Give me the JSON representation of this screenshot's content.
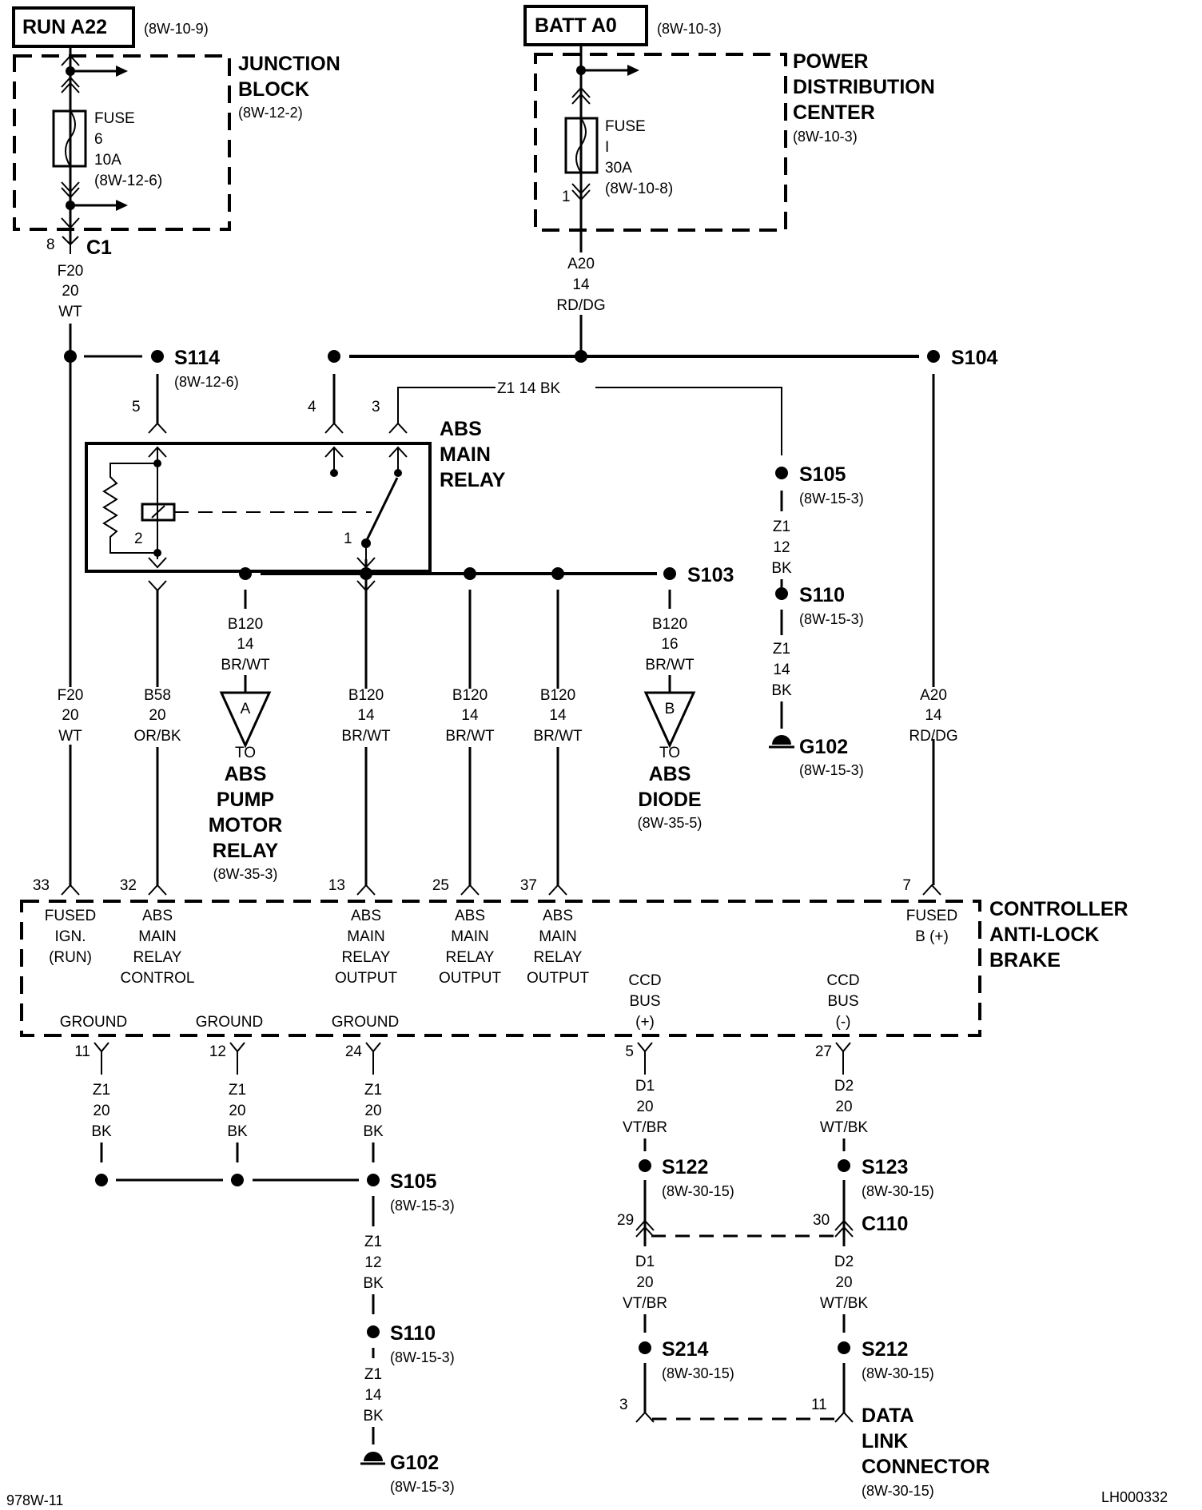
{
  "figure": {
    "id": "978W-11",
    "code": "LH000332"
  },
  "sources": [
    {
      "label": "RUN A22",
      "ref": "(8W-10-9)"
    },
    {
      "label": "BATT A0",
      "ref": "(8W-10-3)"
    }
  ],
  "components": {
    "junction_block": {
      "name_lines": [
        "JUNCTION",
        "BLOCK"
      ],
      "ref": "(8W-12-2)",
      "fuse": {
        "lines": [
          "FUSE",
          "6",
          "10A",
          "(8W-12-6)"
        ]
      },
      "connector": "C1",
      "pin": "8"
    },
    "pdc": {
      "name_lines": [
        "POWER",
        "DISTRIBUTION",
        "CENTER"
      ],
      "ref": "(8W-10-3)",
      "fuse": {
        "lines": [
          "FUSE",
          "I",
          "30A",
          "(8W-10-8)"
        ]
      },
      "pin": "1"
    },
    "relay": {
      "name_lines": [
        "ABS",
        "MAIN",
        "RELAY"
      ],
      "pins": [
        "5",
        "4",
        "3",
        "2",
        "1"
      ]
    },
    "controller": {
      "name_lines": [
        "CONTROLLER",
        "ANTI-LOCK",
        "BRAKE"
      ],
      "top_pins": [
        {
          "pin": "33",
          "label": [
            "FUSED",
            "IGN.",
            "(RUN)"
          ]
        },
        {
          "pin": "32",
          "label": [
            "ABS",
            "MAIN",
            "RELAY",
            "CONTROL"
          ]
        },
        {
          "pin": "13",
          "label": [
            "ABS",
            "MAIN",
            "RELAY",
            "OUTPUT"
          ]
        },
        {
          "pin": "25",
          "label": [
            "ABS",
            "MAIN",
            "RELAY",
            "OUTPUT"
          ]
        },
        {
          "pin": "37",
          "label": [
            "ABS",
            "MAIN",
            "RELAY",
            "OUTPUT"
          ]
        },
        {
          "pin": "7",
          "label": [
            "FUSED",
            "B (+)"
          ]
        }
      ],
      "bottom_pins": [
        {
          "pin": "11",
          "label": [
            "GROUND"
          ]
        },
        {
          "pin": "12",
          "label": [
            "GROUND"
          ]
        },
        {
          "pin": "24",
          "label": [
            "GROUND"
          ]
        },
        {
          "pin": "5",
          "label": [
            "CCD",
            "BUS",
            "(+)"
          ]
        },
        {
          "pin": "27",
          "label": [
            "CCD",
            "BUS",
            "(-)"
          ]
        }
      ]
    },
    "pump_relay": {
      "marker": "A",
      "lines": [
        "TO"
      ],
      "name_lines": [
        "ABS",
        "PUMP",
        "MOTOR",
        "RELAY"
      ],
      "ref": "(8W-35-3)"
    },
    "diode": {
      "marker": "B",
      "lines": [
        "TO"
      ],
      "name_lines": [
        "ABS",
        "DIODE"
      ],
      "ref": "(8W-35-5)"
    },
    "c110": {
      "name": "C110",
      "pins": [
        "29",
        "30"
      ]
    },
    "dlc": {
      "name_lines": [
        "DATA",
        "LINK",
        "CONNECTOR"
      ],
      "ref": "(8W-30-15)",
      "pins": [
        "3",
        "11"
      ]
    }
  },
  "splices": {
    "s114": {
      "name": "S114",
      "ref": "(8W-12-6)"
    },
    "s104": {
      "name": "S104"
    },
    "s105_top": {
      "name": "S105",
      "ref": "(8W-15-3)"
    },
    "s110_top": {
      "name": "S110",
      "ref": "(8W-15-3)"
    },
    "g102_top": {
      "name": "G102",
      "ref": "(8W-15-3)"
    },
    "s103": {
      "name": "S103"
    },
    "s105_bot": {
      "name": "S105",
      "ref": "(8W-15-3)"
    },
    "s110_bot": {
      "name": "S110",
      "ref": "(8W-15-3)"
    },
    "g102_bot": {
      "name": "G102",
      "ref": "(8W-15-3)"
    },
    "s122": {
      "name": "S122",
      "ref": "(8W-30-15)"
    },
    "s123": {
      "name": "S123",
      "ref": "(8W-30-15)"
    },
    "s214": {
      "name": "S214",
      "ref": "(8W-30-15)"
    },
    "s212": {
      "name": "S212",
      "ref": "(8W-30-15)"
    }
  },
  "wires": {
    "f20_top": [
      "F20",
      "20",
      "WT"
    ],
    "a20_top": [
      "A20",
      "14",
      "RD/DG"
    ],
    "z1_relay": "Z1  14 BK",
    "z1_s105_s110": [
      "Z1",
      "12",
      "BK"
    ],
    "z1_s110_g102": [
      "Z1",
      "14",
      "BK"
    ],
    "b120_pump": [
      "B120",
      "14",
      "BR/WT"
    ],
    "b120_diode": [
      "B120",
      "16",
      "BR/WT"
    ],
    "f20_bot": [
      "F20",
      "20",
      "WT"
    ],
    "b58": [
      "B58",
      "20",
      "OR/BK"
    ],
    "b120_13": [
      "B120",
      "14",
      "BR/WT"
    ],
    "b120_25": [
      "B120",
      "14",
      "BR/WT"
    ],
    "b120_37": [
      "B120",
      "14",
      "BR/WT"
    ],
    "a20_bot": [
      "A20",
      "14",
      "RD/DG"
    ],
    "z1_g11": [
      "Z1",
      "20",
      "BK"
    ],
    "z1_g12": [
      "Z1",
      "20",
      "BK"
    ],
    "z1_g24": [
      "Z1",
      "20",
      "BK"
    ],
    "z1_bot_12": [
      "Z1",
      "12",
      "BK"
    ],
    "z1_bot_14": [
      "Z1",
      "14",
      "BK"
    ],
    "d1_top": [
      "D1",
      "20",
      "VT/BR"
    ],
    "d2_top": [
      "D2",
      "20",
      "WT/BK"
    ],
    "d1_bot": [
      "D1",
      "20",
      "VT/BR"
    ],
    "d2_bot": [
      "D2",
      "20",
      "WT/BK"
    ]
  }
}
